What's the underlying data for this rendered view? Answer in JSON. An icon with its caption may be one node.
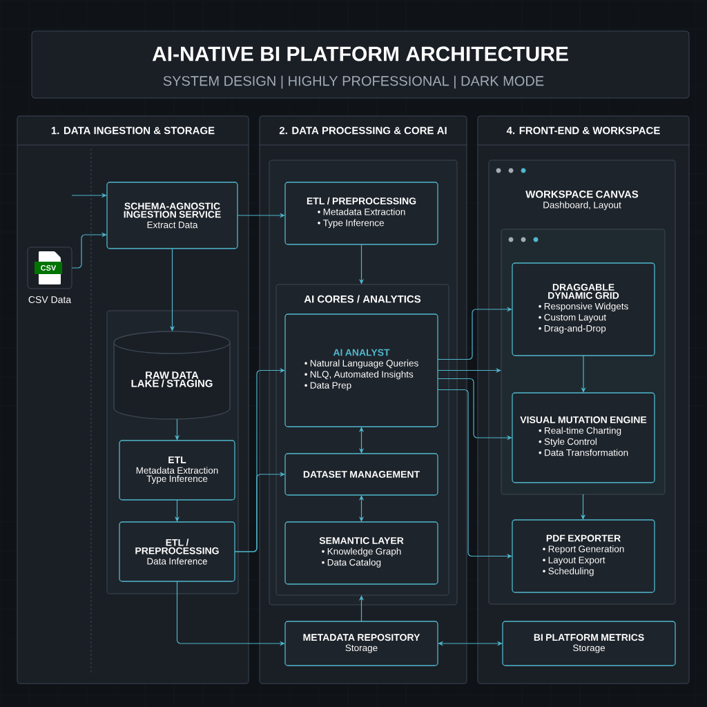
{
  "diagram": {
    "title": "AI-NATIVE BI PLATFORM ARCHITECTURE",
    "nodes": [
      {
        "text": [
          "1. DATA INGESTION & STORAGE"
        ]
      },
      {
        "text": [
          "2. DATA PROCESSING & CORE AI"
        ]
      },
      {
        "text": [
          "4. FRONT-END & WORKSPACE"
        ]
      },
      {
        "text": [
          "CSV",
          "CSV Data"
        ],
        "in": 0
      },
      {
        "text": [
          "SCHEMA-AGNOSTIC INGESTION SERVICE",
          "Extract Data"
        ],
        "in": 0
      },
      {
        "text": [],
        "shape": "box",
        "in": 0
      },
      {
        "text": [
          "RAW DATA LAKE / STAGING"
        ],
        "in": 5
      },
      {
        "text": [
          "ETL",
          "Metadata Extraction Type Inference"
        ],
        "in": 5
      },
      {
        "text": [
          "ETL / PREPROCESSING",
          "Data Inference"
        ],
        "in": 5
      },
      {
        "text": [],
        "shape": "box",
        "in": 1
      },
      {
        "text": [
          "ETL / PREPROCESSING",
          "• Metadata Extraction",
          "• Type Inference"
        ],
        "in": 9
      },
      {
        "text": [
          "AI CORES / ANALYTICS"
        ],
        "in": 9
      },
      {
        "text": [
          "AI ANALYST",
          "• Natural Language Queries",
          "• NLQ, Automated Insights",
          "• Data Prep"
        ],
        "in": 11
      },
      {
        "text": [
          "DATASET MANAGEMENT"
        ],
        "in": 11
      },
      {
        "text": [
          "SEMANTIC LAYER",
          "• Knowledge Graph",
          "• Data Catalog"
        ],
        "in": 11
      },
      {
        "text": [
          "METADATA REPOSITORY",
          "Storage"
        ],
        "in": 1
      },
      {
        "text": [
          "WORKSPACE CANVAS",
          "Dashboard, Layout"
        ],
        "in": 2
      },
      {
        "text": [],
        "shape": "box",
        "in": 16
      },
      {
        "text": [
          "DRAGGABLE DYNAMIC GRID",
          "• Responsive Widgets",
          "• Custom Layout",
          "• Drag-and-Drop"
        ],
        "in": 17
      },
      {
        "text": [
          "VISUAL MUTATION ENGINE",
          "• Real-time Charting",
          "• Style Control",
          "• Data Transformation"
        ],
        "in": 17
      },
      {
        "text": [
          "PDF EXPORTER",
          "• Report Generation",
          "• Layout Export",
          "• Scheduling"
        ],
        "in": 16
      },
      {
        "text": [
          "BI PLATFORM METRICS",
          "Storage"
        ],
        "in": 2
      }
    ],
    "edges": [
      {
        "from": null,
        "to": 4,
        "arrow": "to"
      },
      {
        "from": 3,
        "to": 4,
        "arrow": "to"
      },
      {
        "from": 4,
        "to": 10,
        "arrow": "to"
      },
      {
        "from": 4,
        "to": 6,
        "arrow": "to"
      },
      {
        "from": 6,
        "to": 7,
        "arrow": "to"
      },
      {
        "from": 7,
        "to": 8,
        "arrow": "to"
      },
      {
        "from": 8,
        "to": 12,
        "arrow": "to"
      },
      {
        "from": 8,
        "to": 13,
        "arrow": "to"
      },
      {
        "from": 10,
        "to": 11,
        "arrow": "to"
      },
      {
        "from": 12,
        "to": 13,
        "arrow": "both"
      },
      {
        "from": 13,
        "to": 14,
        "arrow": "both"
      },
      {
        "from": 15,
        "to": 11,
        "arrow": "to"
      },
      {
        "from": 8,
        "to": 15,
        "arrow": "to"
      },
      {
        "from": 15,
        "to": 21,
        "arrow": "both"
      },
      {
        "from": 12,
        "to": 18,
        "arrow": "to"
      },
      {
        "from": 12,
        "to": 17,
        "arrow": "to"
      },
      {
        "from": 12,
        "to": 19,
        "arrow": "to"
      },
      {
        "from": 12,
        "to": 20,
        "arrow": "to"
      },
      {
        "from": 18,
        "to": 19,
        "arrow": "to"
      },
      {
        "from": 17,
        "to": 20,
        "arrow": "to"
      }
    ],
    "labels": [
      "SYSTEM DESIGN | HIGHLY PROFESSIONAL | DARK MODE"
    ]
  }
}
